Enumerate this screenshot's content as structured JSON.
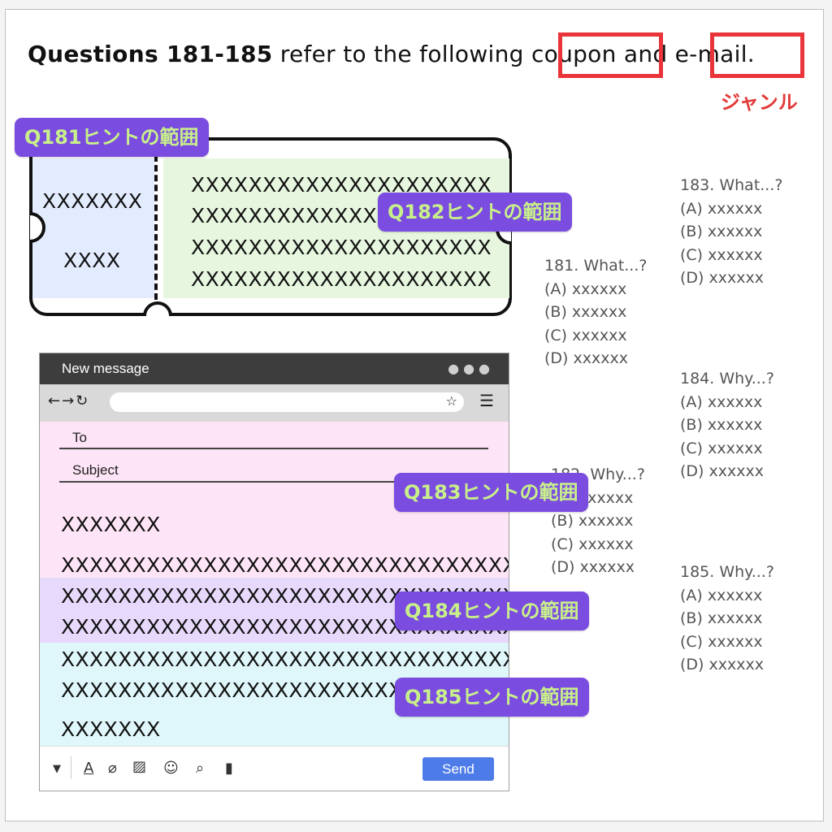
{
  "heading": {
    "bold": "Questions 181-185",
    "text_a": " refer to the following ",
    "word_coupon": "coupon",
    "text_b": " and ",
    "word_email": "e-mail",
    "period": "."
  },
  "genre_label": "ジャンル",
  "coupon": {
    "left_lines": [
      "XXXXXXX",
      "XXXX"
    ],
    "right_lines": [
      "XXXXXXXXXXXXXXXXXXXXX",
      "XXXXXXXXXXXXXX",
      "XXXXXXXXXXXXXXXXXXXXX",
      "XXXXXXXXXXXXXXXXXXXXX"
    ]
  },
  "hints": {
    "q181": "Q181ヒントの範囲",
    "q182": "Q182ヒントの範囲",
    "q183": "Q183ヒントの範囲",
    "q184": "Q184ヒントの範囲",
    "q185": "Q185ヒントの範囲"
  },
  "questions": {
    "q181": {
      "stem": "181. What...?",
      "options": [
        "(A) xxxxxx",
        "(B) xxxxxx",
        "(C) xxxxxx",
        "(D) xxxxxx"
      ]
    },
    "q182": {
      "stem": "182. Why...?",
      "options": [
        "(A) xxxxxx",
        "(B) xxxxxx",
        "(C) xxxxxx",
        "(D) xxxxxx"
      ]
    },
    "q183": {
      "stem": "183. What...?",
      "options": [
        "(A) xxxxxx",
        "(B) xxxxxx",
        "(C) xxxxxx",
        "(D) xxxxxx"
      ]
    },
    "q184": {
      "stem": "184. Why...?",
      "options": [
        "(A) xxxxxx",
        "(B) xxxxxx",
        "(C) xxxxxx",
        "(D) xxxxxx"
      ]
    },
    "q185": {
      "stem": "185. Why...?",
      "options": [
        "(A) xxxxxx",
        "(B) xxxxxx",
        "(C) xxxxxx",
        "(D) xxxxxx"
      ]
    }
  },
  "email": {
    "window_title": "New message",
    "to_label": "To",
    "subject_label": "Subject",
    "greeting": "XXXXXXX",
    "lines": [
      "XXXXXXXXXXXXXXXXXXXXXXXXXXXXXXXX",
      "XXXXXXXXXXXXXXXXXXXXXXXXXXXXXXXX",
      "XXXXXXXXXXXXXXXXXXXXXXXXXXXXXXXX",
      "XXXXXXXXXXXXXXXXXXXXXXXXXXXXXXXX",
      "XXXXXXXXXXXXXXXXXXXXXXXXXXXXXXXX"
    ],
    "signoff": "XXXXXXX",
    "send_label": "Send"
  },
  "colors": {
    "highlight_red": "#e8343a",
    "hint_badge": "#7b4ce0",
    "hint_text": "#c8f08a",
    "q183_area": "#fde4f6",
    "q184_area": "#e6d9fb",
    "q185_area": "#dff6fa",
    "coupon_left": "#e3ecff",
    "coupon_right": "#e6f6df"
  }
}
